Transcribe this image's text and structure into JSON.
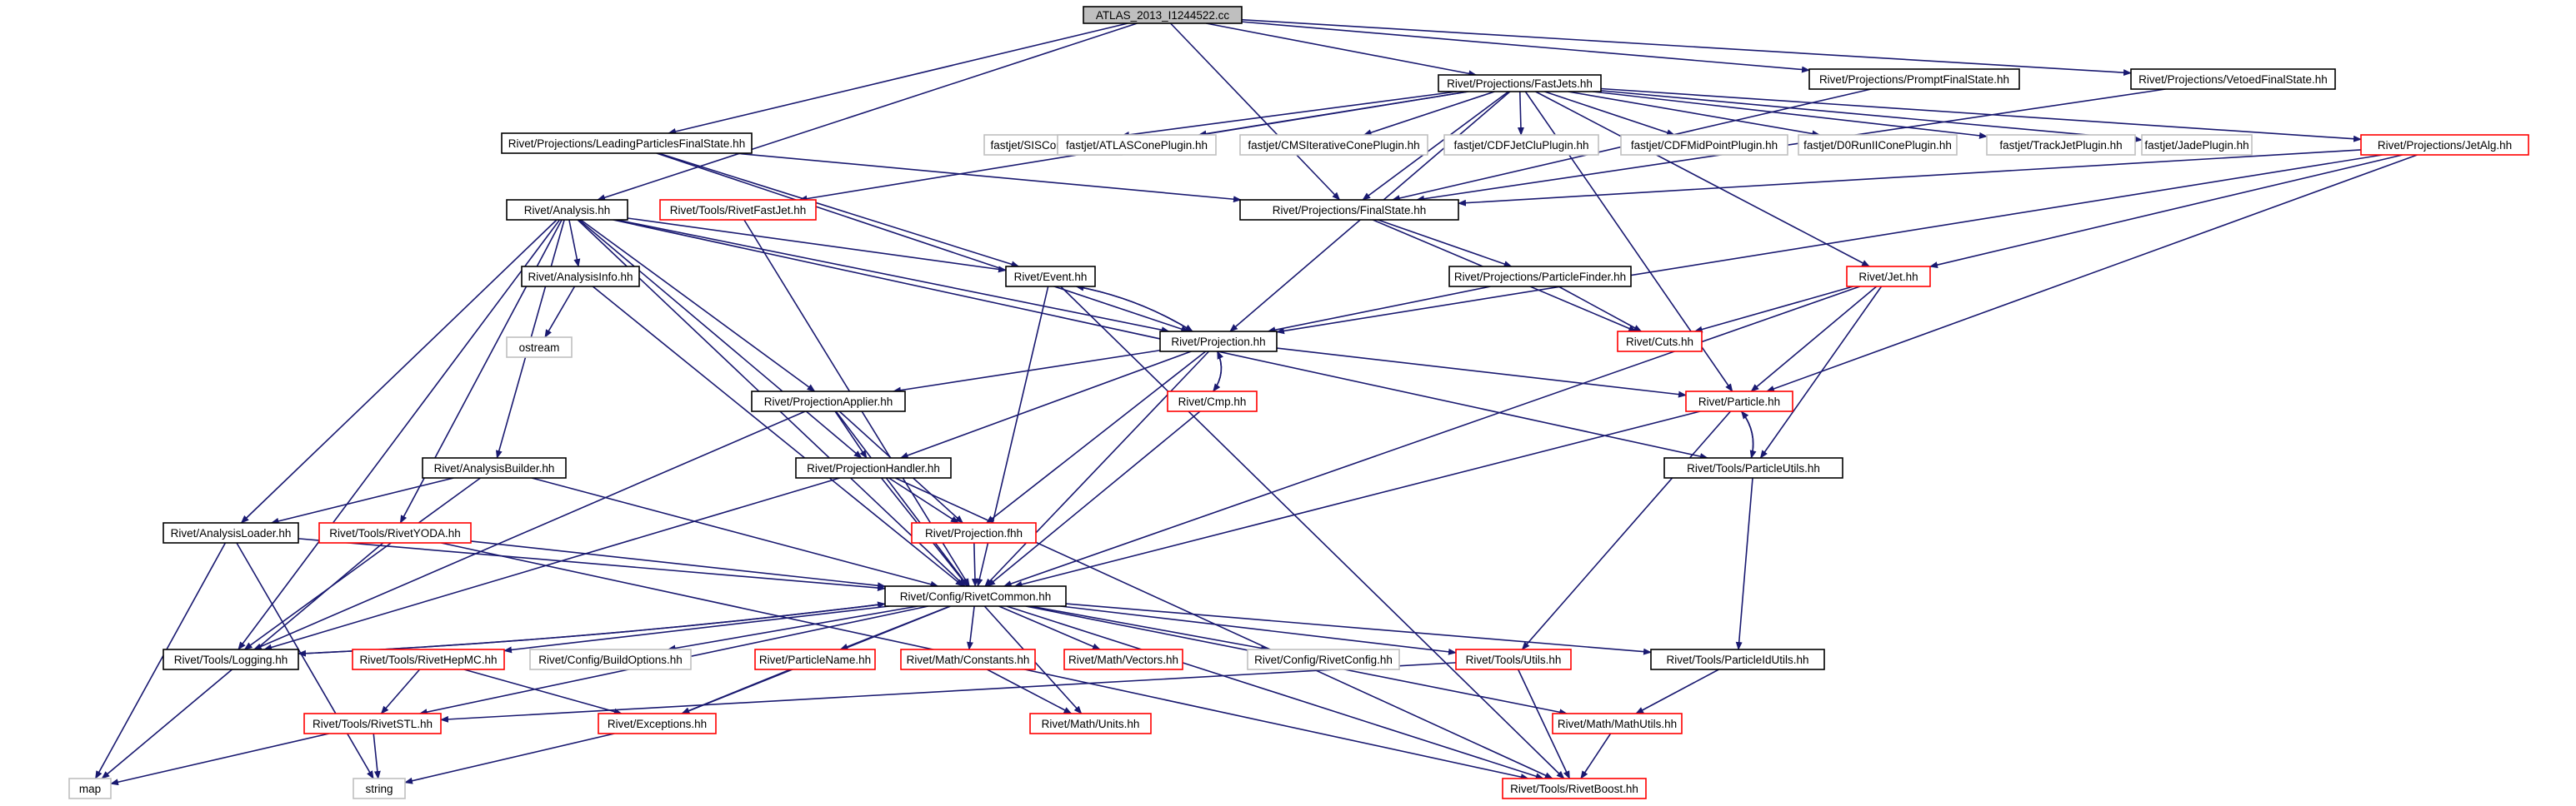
{
  "colors": {
    "edge": "#191970",
    "box_documented": "#000000",
    "box_truncated": "#ff0000",
    "box_external": "#bfbfbf",
    "root_fill": "#bfbfbf"
  },
  "nodes": [
    {
      "id": "root",
      "label": "ATLAS_2013_I1244522.cc",
      "kind": "root"
    },
    {
      "id": "fastjets",
      "label": "Rivet/Projections/FastJets.hh",
      "kind": "doc"
    },
    {
      "id": "promptfs",
      "label": "Rivet/Projections/PromptFinalState.hh",
      "kind": "doc"
    },
    {
      "id": "vetoedfs",
      "label": "Rivet/Projections/VetoedFinalState.hh",
      "kind": "doc"
    },
    {
      "id": "leadingfs",
      "label": "Rivet/Projections/LeadingParticlesFinalState.hh",
      "kind": "doc"
    },
    {
      "id": "siscone",
      "label": "fastjet/SISConePlugin.hh",
      "kind": "sys"
    },
    {
      "id": "atlascone",
      "label": "fastjet/ATLASConePlugin.hh",
      "kind": "sys"
    },
    {
      "id": "cmscone",
      "label": "fastjet/CMSIterativeConePlugin.hh",
      "kind": "sys"
    },
    {
      "id": "cdfjetclu",
      "label": "fastjet/CDFJetCluPlugin.hh",
      "kind": "sys"
    },
    {
      "id": "cdfmidpoint",
      "label": "fastjet/CDFMidPointPlugin.hh",
      "kind": "sys"
    },
    {
      "id": "d0run",
      "label": "fastjet/D0RunIIConePlugin.hh",
      "kind": "sys"
    },
    {
      "id": "trackjet",
      "label": "fastjet/TrackJetPlugin.hh",
      "kind": "sys"
    },
    {
      "id": "jadeplugin",
      "label": "fastjet/JadePlugin.hh",
      "kind": "sys"
    },
    {
      "id": "jetalg",
      "label": "Rivet/Projections/JetAlg.hh",
      "kind": "trunc"
    },
    {
      "id": "analysis",
      "label": "Rivet/Analysis.hh",
      "kind": "doc"
    },
    {
      "id": "rivetfastjet",
      "label": "Rivet/Tools/RivetFastJet.hh",
      "kind": "trunc"
    },
    {
      "id": "finalstate",
      "label": "Rivet/Projections/FinalState.hh",
      "kind": "doc"
    },
    {
      "id": "analysisinfo",
      "label": "Rivet/AnalysisInfo.hh",
      "kind": "doc"
    },
    {
      "id": "event",
      "label": "Rivet/Event.hh",
      "kind": "doc"
    },
    {
      "id": "particlefinder",
      "label": "Rivet/Projections/ParticleFinder.hh",
      "kind": "doc"
    },
    {
      "id": "jet",
      "label": "Rivet/Jet.hh",
      "kind": "trunc"
    },
    {
      "id": "ostream",
      "label": "ostream",
      "kind": "sys"
    },
    {
      "id": "projection",
      "label": "Rivet/Projection.hh",
      "kind": "doc"
    },
    {
      "id": "cuts",
      "label": "Rivet/Cuts.hh",
      "kind": "trunc"
    },
    {
      "id": "projapplier",
      "label": "Rivet/ProjectionApplier.hh",
      "kind": "doc"
    },
    {
      "id": "cmp",
      "label": "Rivet/Cmp.hh",
      "kind": "trunc"
    },
    {
      "id": "particle",
      "label": "Rivet/Particle.hh",
      "kind": "trunc"
    },
    {
      "id": "analysisbuilder",
      "label": "Rivet/AnalysisBuilder.hh",
      "kind": "doc"
    },
    {
      "id": "projhandler",
      "label": "Rivet/ProjectionHandler.hh",
      "kind": "doc"
    },
    {
      "id": "particleutils",
      "label": "Rivet/Tools/ParticleUtils.hh",
      "kind": "doc"
    },
    {
      "id": "analysisloader",
      "label": "Rivet/AnalysisLoader.hh",
      "kind": "doc"
    },
    {
      "id": "rivetyoda",
      "label": "Rivet/Tools/RivetYODA.hh",
      "kind": "trunc"
    },
    {
      "id": "projectionfhh",
      "label": "Rivet/Projection.fhh",
      "kind": "trunc"
    },
    {
      "id": "rivetcommon",
      "label": "Rivet/Config/RivetCommon.hh",
      "kind": "doc"
    },
    {
      "id": "logging",
      "label": "Rivet/Tools/Logging.hh",
      "kind": "doc"
    },
    {
      "id": "rivethepmc",
      "label": "Rivet/Tools/RivetHepMC.hh",
      "kind": "trunc"
    },
    {
      "id": "buildoptions",
      "label": "Rivet/Config/BuildOptions.hh",
      "kind": "sys"
    },
    {
      "id": "particlename",
      "label": "Rivet/ParticleName.hh",
      "kind": "trunc"
    },
    {
      "id": "constants",
      "label": "Rivet/Math/Constants.hh",
      "kind": "trunc"
    },
    {
      "id": "vectors",
      "label": "Rivet/Math/Vectors.hh",
      "kind": "trunc"
    },
    {
      "id": "rivetconfig",
      "label": "Rivet/Config/RivetConfig.hh",
      "kind": "sys"
    },
    {
      "id": "utils",
      "label": "Rivet/Tools/Utils.hh",
      "kind": "trunc"
    },
    {
      "id": "particleidutils",
      "label": "Rivet/Tools/ParticleIdUtils.hh",
      "kind": "doc"
    },
    {
      "id": "rivetstl",
      "label": "Rivet/Tools/RivetSTL.hh",
      "kind": "trunc"
    },
    {
      "id": "exceptions",
      "label": "Rivet/Exceptions.hh",
      "kind": "trunc"
    },
    {
      "id": "units",
      "label": "Rivet/Math/Units.hh",
      "kind": "trunc"
    },
    {
      "id": "mathutils",
      "label": "Rivet/Math/MathUtils.hh",
      "kind": "trunc"
    },
    {
      "id": "map",
      "label": "map",
      "kind": "sys"
    },
    {
      "id": "string",
      "label": "string",
      "kind": "sys"
    },
    {
      "id": "rivetboost",
      "label": "Rivet/Tools/RivetBoost.hh",
      "kind": "trunc"
    }
  ],
  "edges": [
    [
      "root",
      "fastjets"
    ],
    [
      "root",
      "promptfs"
    ],
    [
      "root",
      "vetoedfs"
    ],
    [
      "root",
      "leadingfs"
    ],
    [
      "root",
      "analysis"
    ],
    [
      "root",
      "finalstate"
    ],
    [
      "fastjets",
      "siscone"
    ],
    [
      "fastjets",
      "atlascone"
    ],
    [
      "fastjets",
      "cmscone"
    ],
    [
      "fastjets",
      "cdfjetclu"
    ],
    [
      "fastjets",
      "cdfmidpoint"
    ],
    [
      "fastjets",
      "d0run"
    ],
    [
      "fastjets",
      "trackjet"
    ],
    [
      "fastjets",
      "jadeplugin"
    ],
    [
      "fastjets",
      "jetalg"
    ],
    [
      "fastjets",
      "rivetfastjet"
    ],
    [
      "fastjets",
      "finalstate"
    ],
    [
      "fastjets",
      "projection"
    ],
    [
      "fastjets",
      "jet"
    ],
    [
      "fastjets",
      "particle"
    ],
    [
      "promptfs",
      "finalstate"
    ],
    [
      "vetoedfs",
      "finalstate"
    ],
    [
      "leadingfs",
      "finalstate"
    ],
    [
      "leadingfs",
      "event"
    ],
    [
      "leadingfs",
      "projection"
    ],
    [
      "jetalg",
      "finalstate"
    ],
    [
      "jetalg",
      "jet"
    ],
    [
      "jetalg",
      "particle"
    ],
    [
      "jetalg",
      "projection"
    ],
    [
      "analysis",
      "analysisinfo"
    ],
    [
      "analysis",
      "event"
    ],
    [
      "analysis",
      "projection"
    ],
    [
      "analysis",
      "projapplier"
    ],
    [
      "analysis",
      "projhandler"
    ],
    [
      "analysis",
      "analysisbuilder"
    ],
    [
      "analysis",
      "analysisloader"
    ],
    [
      "analysis",
      "rivetyoda"
    ],
    [
      "analysis",
      "rivetcommon"
    ],
    [
      "analysis",
      "logging"
    ],
    [
      "analysis",
      "particleutils"
    ],
    [
      "rivetfastjet",
      "rivetcommon"
    ],
    [
      "finalstate",
      "particlefinder"
    ],
    [
      "finalstate",
      "cuts"
    ],
    [
      "analysisinfo",
      "ostream"
    ],
    [
      "analysisinfo",
      "rivetcommon"
    ],
    [
      "event",
      "projection"
    ],
    [
      "event",
      "rivetcommon"
    ],
    [
      "event",
      "rivetboost"
    ],
    [
      "particlefinder",
      "projection"
    ],
    [
      "particlefinder",
      "cuts"
    ],
    [
      "jet",
      "cuts"
    ],
    [
      "jet",
      "particle"
    ],
    [
      "jet",
      "particleutils"
    ],
    [
      "jet",
      "rivetcommon"
    ],
    [
      "projection",
      "event"
    ],
    [
      "projection",
      "projapplier"
    ],
    [
      "projection",
      "projhandler"
    ],
    [
      "projection",
      "cmp"
    ],
    [
      "projection",
      "particle"
    ],
    [
      "projection",
      "projectionfhh"
    ],
    [
      "projection",
      "rivetcommon"
    ],
    [
      "cmp",
      "projection"
    ],
    [
      "cmp",
      "rivetcommon"
    ],
    [
      "projapplier",
      "projhandler"
    ],
    [
      "projapplier",
      "projectionfhh"
    ],
    [
      "projapplier",
      "rivetcommon"
    ],
    [
      "projapplier",
      "logging"
    ],
    [
      "particle",
      "particleutils"
    ],
    [
      "particle",
      "rivetcommon"
    ],
    [
      "particle",
      "utils"
    ],
    [
      "particleutils",
      "particle"
    ],
    [
      "particleutils",
      "particleidutils"
    ],
    [
      "analysisbuilder",
      "analysisloader"
    ],
    [
      "analysisbuilder",
      "rivetcommon"
    ],
    [
      "analysisbuilder",
      "logging"
    ],
    [
      "projhandler",
      "projectionfhh"
    ],
    [
      "projhandler",
      "rivetcommon"
    ],
    [
      "projhandler",
      "logging"
    ],
    [
      "projhandler",
      "rivetboost"
    ],
    [
      "analysisloader",
      "rivetcommon"
    ],
    [
      "analysisloader",
      "map"
    ],
    [
      "analysisloader",
      "string"
    ],
    [
      "rivetyoda",
      "rivetcommon"
    ],
    [
      "rivetyoda",
      "map"
    ],
    [
      "rivetyoda",
      "rivetboost"
    ],
    [
      "projectionfhh",
      "rivetcommon"
    ],
    [
      "rivetcommon",
      "logging"
    ],
    [
      "rivetcommon",
      "rivethepmc"
    ],
    [
      "rivetcommon",
      "buildoptions"
    ],
    [
      "rivetcommon",
      "particlename"
    ],
    [
      "rivetcommon",
      "constants"
    ],
    [
      "rivetcommon",
      "vectors"
    ],
    [
      "rivetcommon",
      "rivetconfig"
    ],
    [
      "rivetcommon",
      "utils"
    ],
    [
      "rivetcommon",
      "particleidutils"
    ],
    [
      "rivetcommon",
      "rivetstl"
    ],
    [
      "rivetcommon",
      "exceptions"
    ],
    [
      "rivetcommon",
      "units"
    ],
    [
      "rivetcommon",
      "mathutils"
    ],
    [
      "rivetcommon",
      "rivetboost"
    ],
    [
      "logging",
      "rivetcommon"
    ],
    [
      "rivethepmc",
      "rivetstl"
    ],
    [
      "rivethepmc",
      "exceptions"
    ],
    [
      "particlename",
      "exceptions"
    ],
    [
      "constants",
      "units"
    ],
    [
      "utils",
      "rivetstl"
    ],
    [
      "utils",
      "rivetboost"
    ],
    [
      "particleidutils",
      "mathutils"
    ],
    [
      "rivetstl",
      "map"
    ],
    [
      "rivetstl",
      "string"
    ],
    [
      "exceptions",
      "string"
    ],
    [
      "mathutils",
      "rivetboost"
    ]
  ]
}
